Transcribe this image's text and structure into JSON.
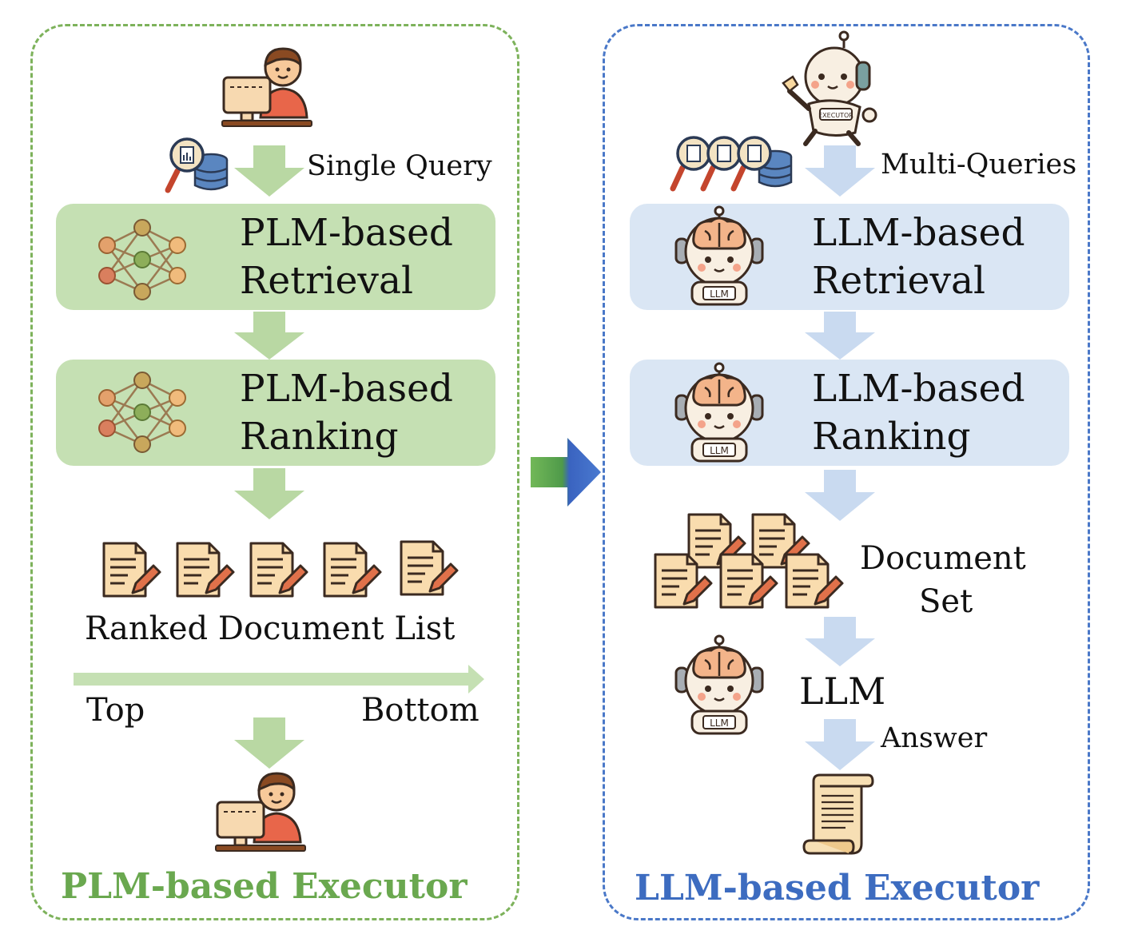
{
  "left": {
    "query_label": "Single Query",
    "retrieval": {
      "line1": "PLM-based",
      "line2": "Retrieval"
    },
    "ranking": {
      "line1": "PLM-based",
      "line2": "Ranking"
    },
    "list_label": "Ranked Document List",
    "top_label": "Top",
    "bottom_label": "Bottom",
    "footer": "PLM-based Executor"
  },
  "right": {
    "query_label": "Multi-Queries",
    "retrieval": {
      "line1": "LLM-based",
      "line2": "Retrieval"
    },
    "ranking": {
      "line1": "LLM-based",
      "line2": "Ranking"
    },
    "set_line1": "Document",
    "set_line2": "Set",
    "llm_label": "LLM",
    "answer_label": "Answer",
    "footer": "LLM-based Executor"
  },
  "icon_text": {
    "robot_badge": "LLM",
    "executor_badge": "EXECUTOR"
  },
  "colors": {
    "plm_accent": "#6aa84f",
    "plm_stage": "#c5e0b3",
    "plm_arrow": "#b9d8a3",
    "llm_accent": "#3d6cc0",
    "llm_stage": "#dae6f4",
    "llm_arrow": "#c9daf0"
  },
  "icons": [
    "user-at-computer-icon",
    "search-database-icon",
    "neural-network-icon",
    "document-edit-icon",
    "executor-robot-icon",
    "llm-robot-icon",
    "scroll-icon",
    "transition-arrow-icon"
  ]
}
